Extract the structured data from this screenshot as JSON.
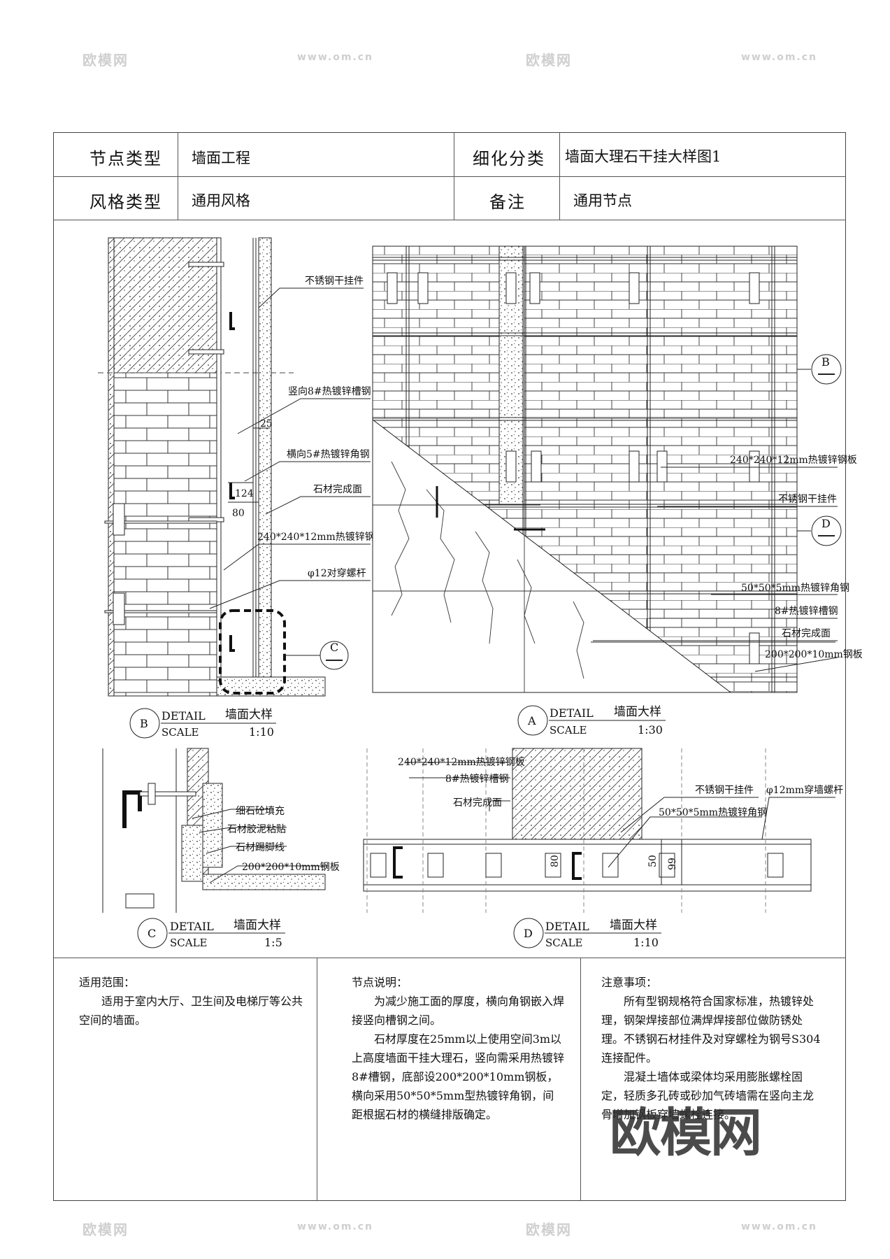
{
  "header": {
    "node_type_label": "节点类型",
    "node_type_value": "墙面工程",
    "detail_class_label": "细化分类",
    "detail_class_value": "墙面大理石干挂大样图1",
    "style_label": "风格类型",
    "style_value": "通用风格",
    "remark_label": "备注",
    "remark_value": "通用节点"
  },
  "details": {
    "B": {
      "marker": "B",
      "detail": "DETAIL",
      "scale_label": "SCALE",
      "title": "墙面大样",
      "scale": "1:10"
    },
    "A": {
      "marker": "A",
      "detail": "DETAIL",
      "scale_label": "SCALE",
      "title": "墙面大样",
      "scale": "1:30"
    },
    "C": {
      "marker": "C",
      "detail": "DETAIL",
      "scale_label": "SCALE",
      "title": "墙面大样",
      "scale": "1:5"
    },
    "D": {
      "marker": "D",
      "detail": "DETAIL",
      "scale_label": "SCALE",
      "title": "墙面大样",
      "scale": "1:10"
    }
  },
  "labels_B": {
    "hanger": "不锈钢干挂件",
    "channel": "竖向8#热镀锌槽钢",
    "angle": "横向5#热镀锌角钢",
    "stone": "石材完成面",
    "plate": "240*240*12mm热镀锌钢板",
    "bolt": "φ12对穿螺杆",
    "dim_25": "25",
    "dim_124": "124",
    "dim_80": "80",
    "callout_C": "C"
  },
  "labels_A": {
    "plate": "240*240*12mm热镀锌钢板",
    "hanger": "不锈钢干挂件",
    "angle": "50*50*5mm热镀锌角钢",
    "channel": "8#热镀锌槽钢",
    "stone": "石材完成面",
    "base_plate": "200*200*10mm钢板",
    "callout_B": "B",
    "callout_D": "D"
  },
  "labels_C": {
    "fill": "细石砼填充",
    "glue": "石材胶泥粘贴",
    "skirting": "石材踢脚线",
    "plate": "200*200*10mm钢板"
  },
  "labels_D": {
    "plate": "240*240*12mm热镀锌钢板",
    "channel": "8#热镀锌槽钢",
    "stone": "石材完成面",
    "hanger": "不锈钢干挂件",
    "angle": "50*50*5mm热镀锌角钢",
    "bolt": "φ12mm穿墙螺杆",
    "dim_80": "80",
    "dim_50": "50",
    "dim_99": "99"
  },
  "notes": {
    "scope_title": "适用范围：",
    "scope_text": "适用于室内大厅、卫生间及电梯厅等公共空间的墙面。",
    "desc_title": "节点说明：",
    "desc_p1": "为减少施工面的厚度，横向角钢嵌入焊接竖向槽钢之间。",
    "desc_p2": "石材厚度在25mm以上使用空间3m以上高度墙面干挂大理石，竖向需采用热镀锌8#槽钢，底部设200*200*10mm钢板，横向采用50*50*5mm型热镀锌角钢，间距根据石材的横缝排版确定。",
    "caution_title": "注意事项：",
    "caution_p1": "所有型钢规格符合国家标准，热镀锌处理，钢架焊接部位满焊焊接部位做防锈处理。不锈钢石材挂件及对穿螺栓为钢号S304连接配件。",
    "caution_p2": "混凝土墙体或梁体均采用膨胀螺栓固定，轻质多孔砖或砂加气砖墙需在竖向主龙骨增加钢板穿墙螺栓连接。"
  },
  "watermark": {
    "brand": "欧模网",
    "site": "www.om.cn"
  }
}
